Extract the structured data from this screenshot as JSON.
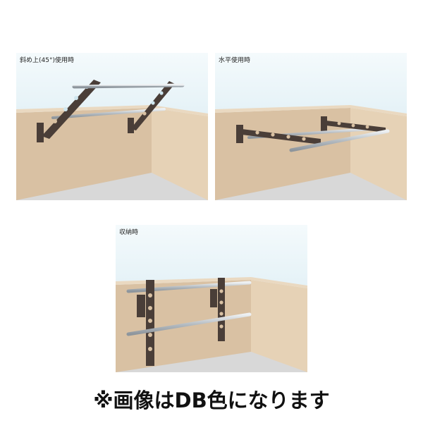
{
  "panels": [
    {
      "caption": "斜め上(45°)使用時"
    },
    {
      "caption": "水平使用時"
    },
    {
      "caption": "収納時"
    }
  ],
  "note": "※画像はDB色になります",
  "colors": {
    "sky": "#cfe6ef",
    "wall": "#d9c1a3",
    "wall_shadow": "#c4a986",
    "floor": "#d6d6d6",
    "bracket": "#4a3e38",
    "pole": "#b9bfc4"
  }
}
